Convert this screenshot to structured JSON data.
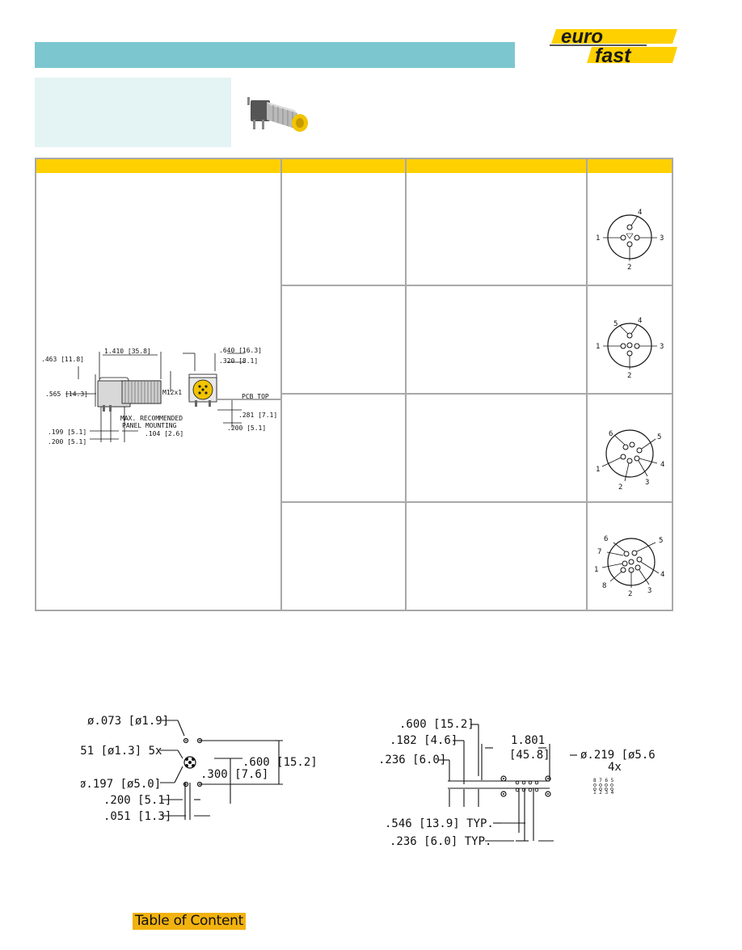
{
  "logo": {
    "line1": "euro",
    "line2": "fast"
  },
  "side_view": {
    "dims": {
      "d1": ".463 [11.8]",
      "d2": "1.410 [35.8]",
      "d3": ".640 [16.3]",
      "d4": ".320 [8.1]",
      "d5": ".565 [14.3]",
      "d6": "M12x1",
      "d7": "PCB TOP",
      "d8": "MAX. RECOMMENDED",
      "d9": "PANEL MOUNTING",
      "d10": ".104 [2.6]",
      "d11": ".281 [7.1]",
      "d12": ".200 [5.1]",
      "d13": ".199 [5.1]",
      "d14": ".200 [5.1]"
    }
  },
  "pinouts": [
    {
      "pins": [
        "1",
        "2",
        "3",
        "4"
      ]
    },
    {
      "pins": [
        "1",
        "2",
        "3",
        "4",
        "5"
      ]
    },
    {
      "pins": [
        "1",
        "2",
        "3",
        "4",
        "5",
        "6"
      ]
    },
    {
      "pins": [
        "1",
        "2",
        "3",
        "4",
        "5",
        "6",
        "7",
        "8"
      ]
    }
  ],
  "pcb_left": {
    "d1": "ø.073 [ø1.9]",
    "d2": "ø.051 [ø1.3] 5x",
    "d3": "ø.197 [ø5.0]",
    "d4": ".600 [15.2]",
    "d5": ".300 [7.6]",
    "d6": ".200 [5.1]",
    "d7": ".051 [1.3]"
  },
  "pcb_right": {
    "d1": ".600 [15.2]",
    "d2": ".182 [4.6]",
    "d3": ".236 [6.0]",
    "d4": "1.801",
    "d5": "[45.8]",
    "d6": "ø.219 [ø5.6]",
    "d7": "4x",
    "d8": ".546 [13.9] TYP.",
    "d9": ".236 [6.0] TYP.",
    "row_top": "8 7 6 5",
    "row_bottom": "1 2 3 4"
  },
  "footer": {
    "toc_label": "Table of Content"
  },
  "colors": {
    "teal_bar": "#7cc6d0",
    "info_bg": "#e4f3f3",
    "header_yellow": "#ffd000",
    "toc_orange": "#f2b20f"
  }
}
